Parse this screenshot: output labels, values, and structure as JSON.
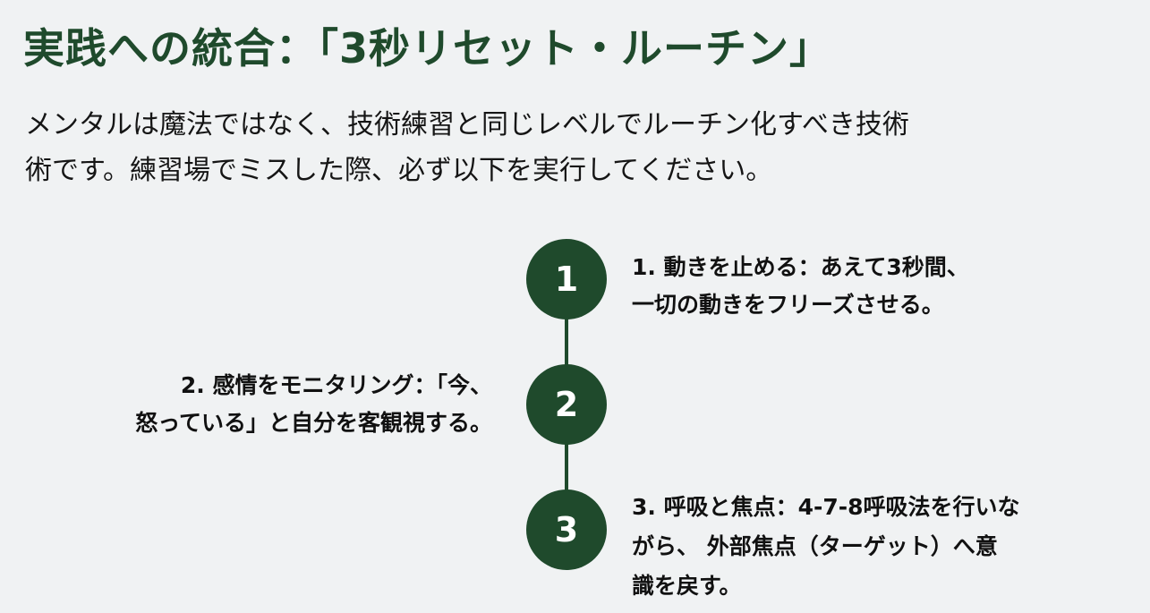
{
  "title": "実践への統合：「3秒リセット・ルーチン」",
  "intro": {
    "lines": [
      "メンタルは魔法ではなく、技術練習と同じレベルでルーチン化すべき技術",
      "術です。練習場でミスした際、必ず以下を実行してください。"
    ]
  },
  "steps": [
    {
      "number": "1",
      "lines": [
        "1. 動きを止める：あえて3秒間、",
        "一切の動きをフリーズさせる。"
      ]
    },
    {
      "number": "2",
      "lines": [
        "2. 感情をモニタリング：「今、",
        "怒っている」と自分を客観視する。"
      ]
    },
    {
      "number": "3",
      "lines": [
        "3. 呼吸と焦点：4-7-8呼吸法を行いな",
        "がら、 外部焦点（ターゲット）へ意",
        "識を戻す。"
      ]
    }
  ],
  "colors": {
    "accent": "#1f4a2c",
    "background": "#f0f2f3"
  }
}
